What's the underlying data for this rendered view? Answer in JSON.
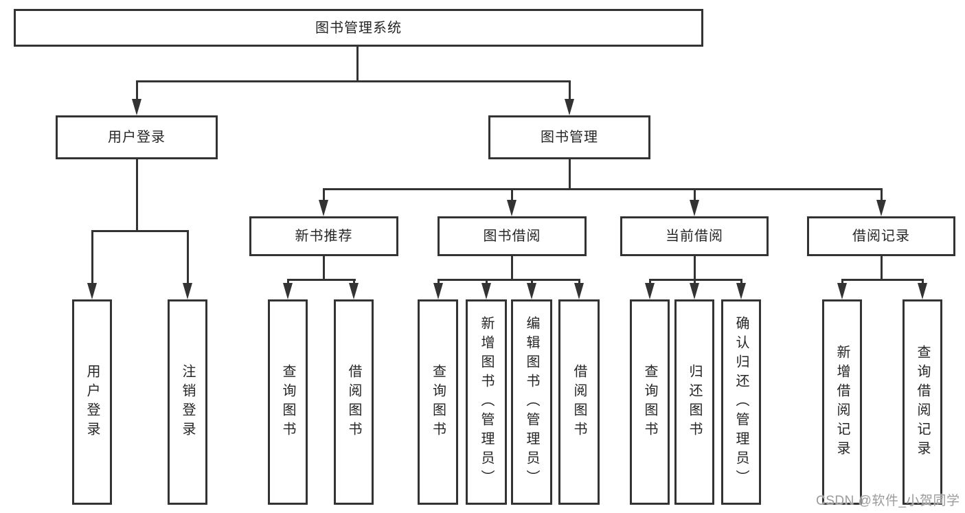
{
  "nodes": {
    "root": "图书管理系统",
    "user_login": "用户登录",
    "book_mgmt": "图书管理",
    "new_book_rec": "新书推荐",
    "book_borrow": "图书借阅",
    "current_borrow": "当前借阅",
    "borrow_records": "借阅记录",
    "leaf_user_login": "用户登录",
    "leaf_logout": "注销登录",
    "leaf_rec_query": "查询图书",
    "leaf_rec_borrow": "借阅图书",
    "leaf_bb_query": "查询图书",
    "leaf_bb_add": "新增图书（管理员）",
    "leaf_bb_edit": "编辑图书（管理员）",
    "leaf_bb_borrow": "借阅图书",
    "leaf_cb_query": "查询图书",
    "leaf_cb_return": "归还图书",
    "leaf_cb_confirm": "确认归还（管理员）",
    "leaf_br_add": "新增借阅记录",
    "leaf_br_query": "查询借阅记录"
  },
  "watermark": "CSDN @软件_小贺同学",
  "colors": {
    "line": "#333333",
    "text": "#262626",
    "watermark": "#9b9b9b",
    "background": "#ffffff"
  }
}
